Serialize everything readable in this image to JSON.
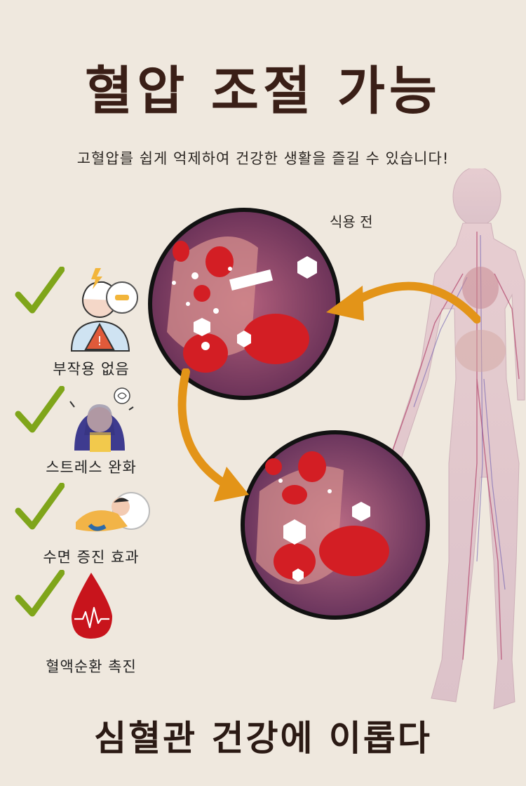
{
  "header": {
    "title": "혈압 조절 가능",
    "subtitle": "고혈압를 쉽게 억제하여 건강한 생활을 즐길 수 있습니다!"
  },
  "illustration": {
    "before_label": "식용 전"
  },
  "benefits": [
    {
      "label": "부작용 없음",
      "icon": "warning-person-icon"
    },
    {
      "label": "스트레스 완화",
      "icon": "stressed-person-icon"
    },
    {
      "label": "수면 증진 효과",
      "icon": "sleeping-person-icon"
    },
    {
      "label": "혈액순환 촉진",
      "icon": "blood-drop-icon"
    }
  ],
  "footer": {
    "tagline": "심혈관 건강에 이롭다"
  },
  "colors": {
    "background": "#efe8de",
    "check": "#7fa51a",
    "arrow": "#e39418",
    "blood": "#d31e24"
  }
}
